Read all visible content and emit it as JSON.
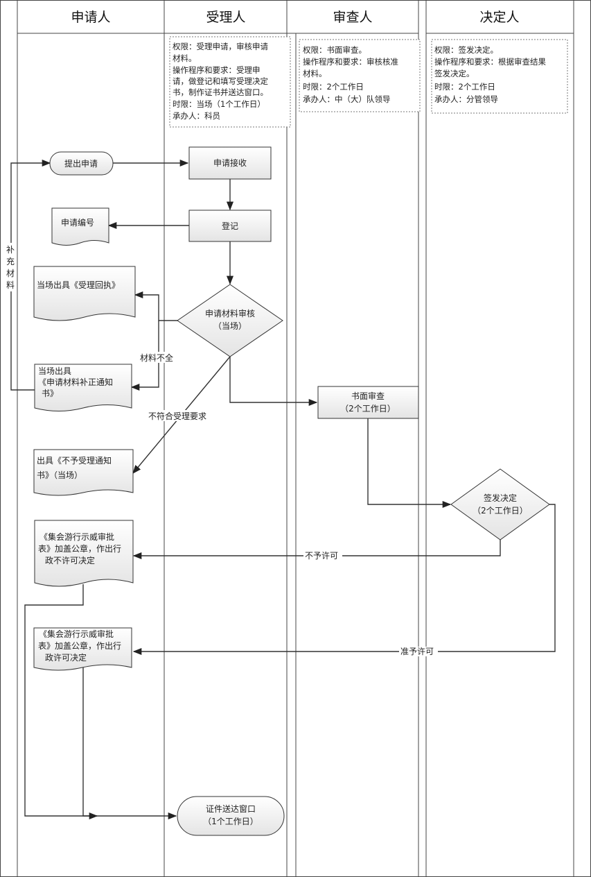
{
  "lanes": {
    "applicant": "申请人",
    "acceptor": "受理人",
    "reviewer": "审查人",
    "decider": "决定人"
  },
  "notes": {
    "acceptor": [
      "权限：受理申请，审核申请",
      "材料。",
      "操作程序和要求：受理申",
      "请，做登记和填写受理决定",
      "书，制作证书并送达窗口。",
      "时限：当场（1个工作日）",
      "承办人：科员"
    ],
    "reviewer": [
      "权限：书面审查。",
      "操作程序和要求：审核核准",
      "材料。",
      "时限：2个工作日",
      "承办人：中（大）队领导"
    ],
    "decider": [
      "权限：签发决定。",
      "操作程序和要求：根据审查结果",
      "签发决定。",
      "时限：2个工作日",
      "承办人：分管领导"
    ]
  },
  "nodes": {
    "submit": "提出申请",
    "receive": "申请接收",
    "app_number": "申请编号",
    "register": "登记",
    "review_line1": "申请材料审核",
    "review_line2": "（当场）",
    "receipt": "当场出具《受理回执》",
    "supplement_line1": "当场出具",
    "supplement_line2": "《申请材料补正通知",
    "supplement_line3": "书》",
    "written_line1": "书面审查",
    "written_line2": "（2个工作日）",
    "reject_notice_line1": "出具《不予受理通知",
    "reject_notice_line2": "书》（当场）",
    "sign_line1": "签发决定",
    "sign_line2": "（2个工作日）",
    "deny_decision_line1": "《集会游行示威审批",
    "deny_decision_line2": "表》加盖公章，作出行",
    "deny_decision_line3": "政不许可决定",
    "grant_decision_line1": "《集会游行示威审批",
    "grant_decision_line2": "表》加盖公章，作出行",
    "grant_decision_line3": "政许可决定",
    "deliver_line1": "证件送达窗口",
    "deliver_line2": "（1个工作日）"
  },
  "edge_labels": {
    "supplement_materials": [
      "补",
      "充",
      "材",
      "料"
    ],
    "incomplete": "材料不全",
    "not_meet": "不符合受理要求",
    "deny": "不予许可",
    "grant": "准予许可"
  }
}
